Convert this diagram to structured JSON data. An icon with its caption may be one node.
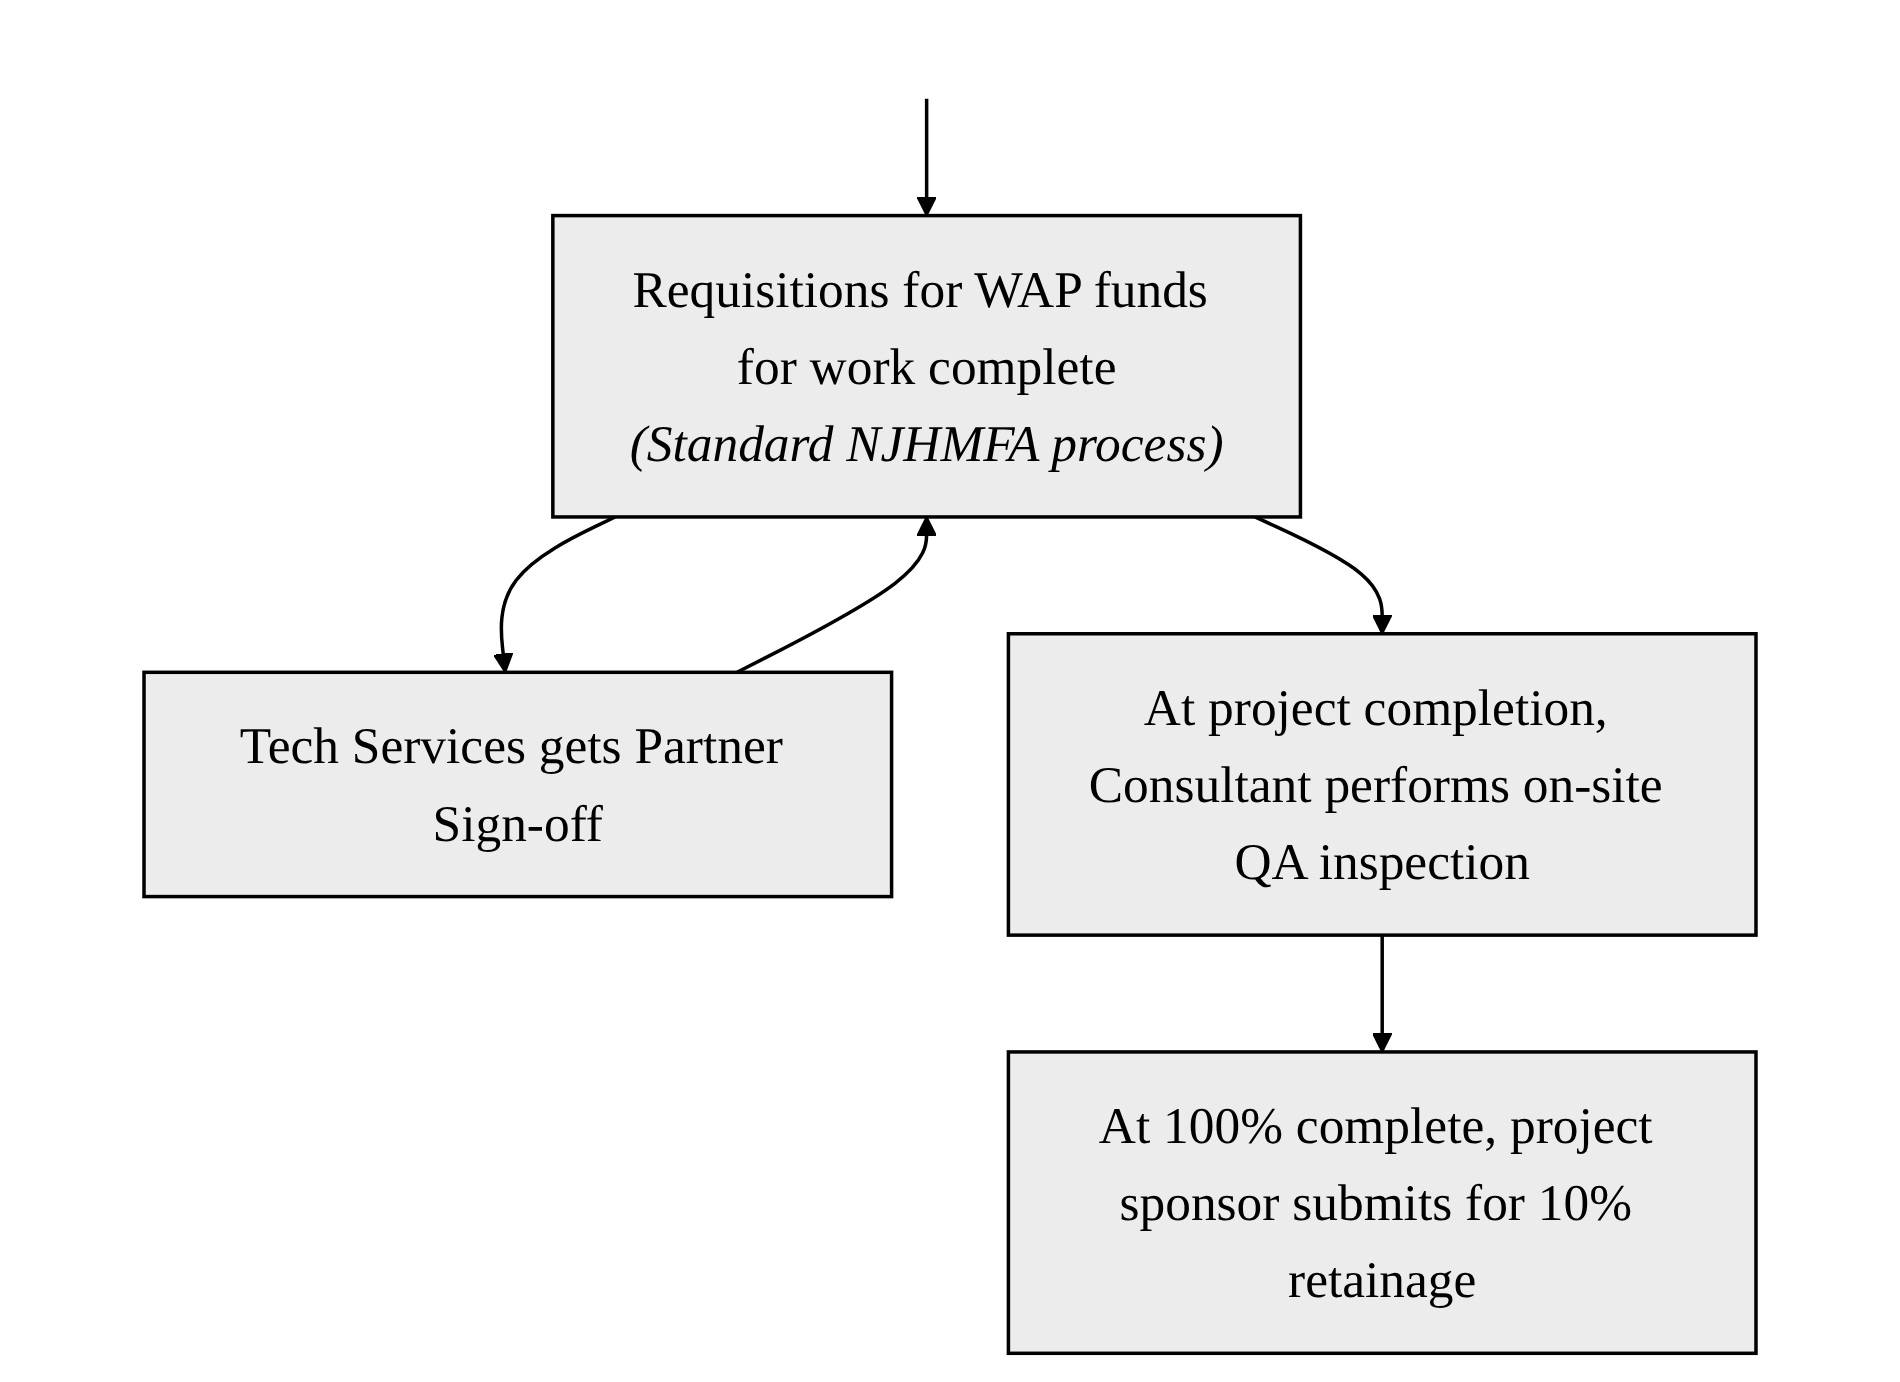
{
  "diagram": {
    "nodes": [
      {
        "text": [
          "Requisitions for WAP funds for work complete",
          "(Standard NJHMFA process)"
        ]
      },
      {
        "text": [
          "Tech Services gets Partner Sign-off"
        ]
      },
      {
        "text": [
          "At project completion, Consultant performs on-site QA inspection"
        ]
      },
      {
        "text": [
          "At 100% complete, project sponsor submits for 10% retainage"
        ]
      }
    ],
    "edges": [
      {
        "from": null,
        "to": 0,
        "arrow": "to"
      },
      {
        "from": 0,
        "to": 1,
        "arrow": "to"
      },
      {
        "from": 1,
        "to": 0,
        "arrow": "to"
      },
      {
        "from": 0,
        "to": 2,
        "arrow": "to"
      },
      {
        "from": 2,
        "to": 3,
        "arrow": "to"
      }
    ]
  }
}
